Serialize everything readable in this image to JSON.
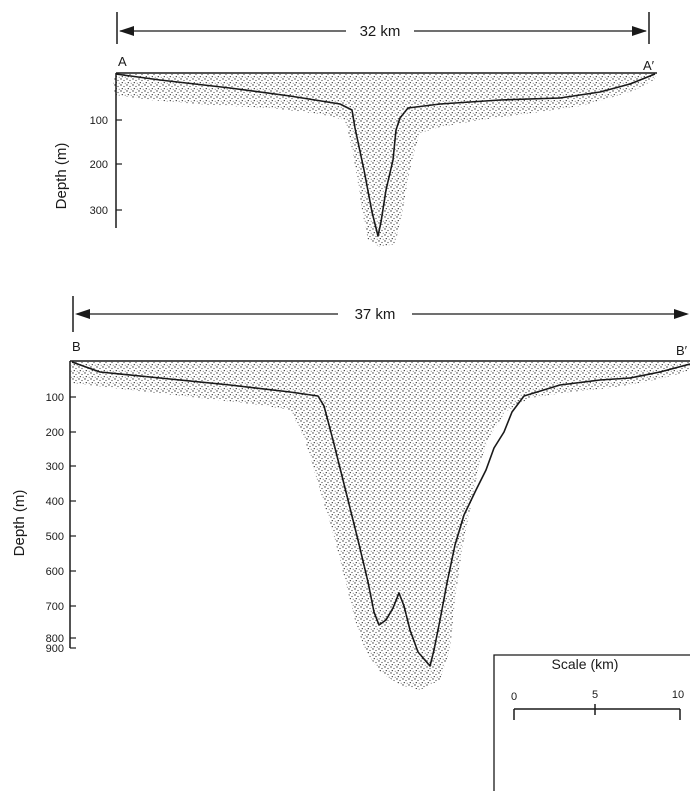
{
  "profile_a": {
    "width_label": "32 km",
    "start_label": "A",
    "end_label": "A′",
    "axis_title": "Depth (m)",
    "depth_ticks": [
      "100",
      "200",
      "300"
    ]
  },
  "profile_b": {
    "width_label": "37 km",
    "start_label": "B",
    "end_label": "B′",
    "axis_title": "Depth (m)",
    "depth_ticks": [
      "100",
      "200",
      "300",
      "400",
      "500",
      "600",
      "700",
      "800",
      "900"
    ]
  },
  "scale_box": {
    "title": "Scale (km)",
    "ticks": [
      "0",
      "5",
      "10"
    ]
  }
}
